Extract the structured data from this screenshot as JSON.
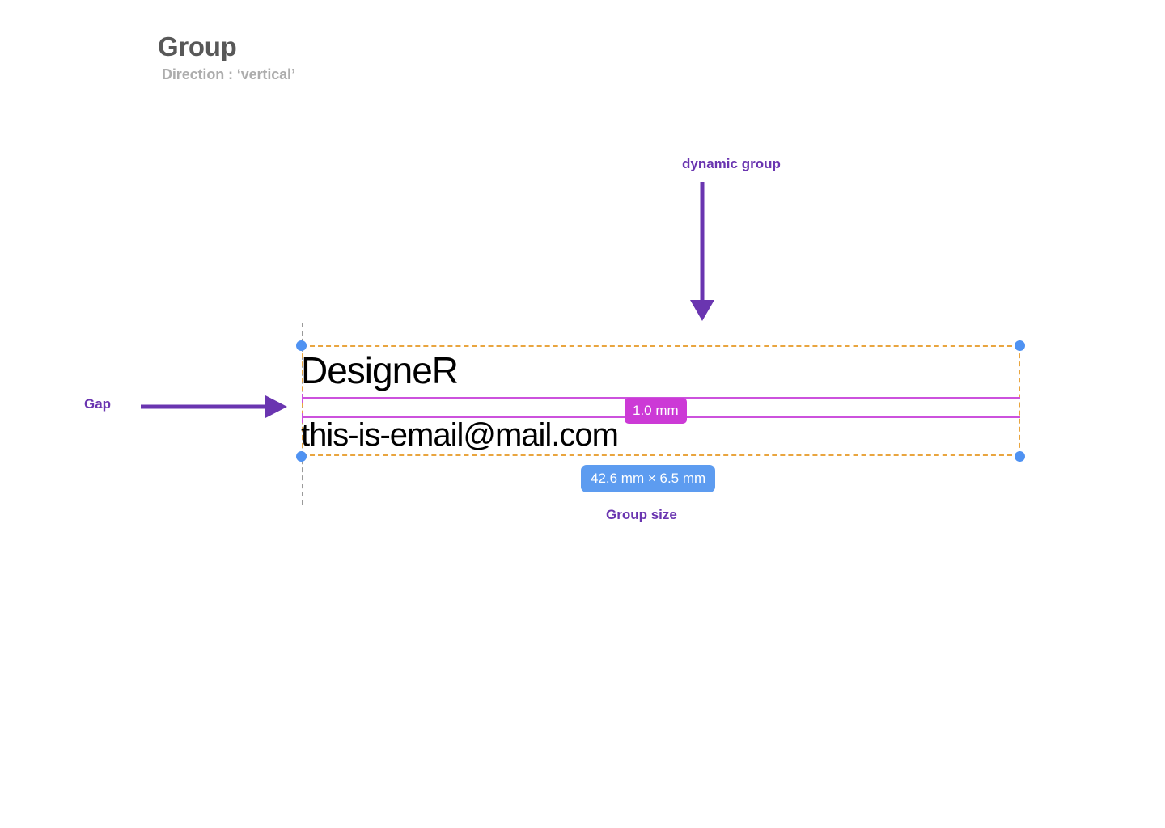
{
  "header": {
    "title": "Group",
    "subtitle": "Direction : ‘vertical’"
  },
  "annotations": {
    "dynamic_group": "dynamic group",
    "gap": "Gap",
    "group_size": "Group size"
  },
  "group": {
    "name_text": "DesigneR",
    "email_text": "this-is-email@mail.com"
  },
  "badges": {
    "gap_value": "1.0 mm",
    "size_value": "42.6 mm × 6.5 mm"
  },
  "colors": {
    "accent_purple": "#6a35b0",
    "selection_dash": "#e9a53f",
    "handle_blue": "#4f92f2",
    "gap_magenta": "#cc52dd",
    "badge_magenta": "#cc3ad6",
    "badge_blue": "#5d9cf0",
    "title_grey": "#585858",
    "subtitle_grey": "#adadad",
    "guide_grey": "#9a9a9a"
  }
}
